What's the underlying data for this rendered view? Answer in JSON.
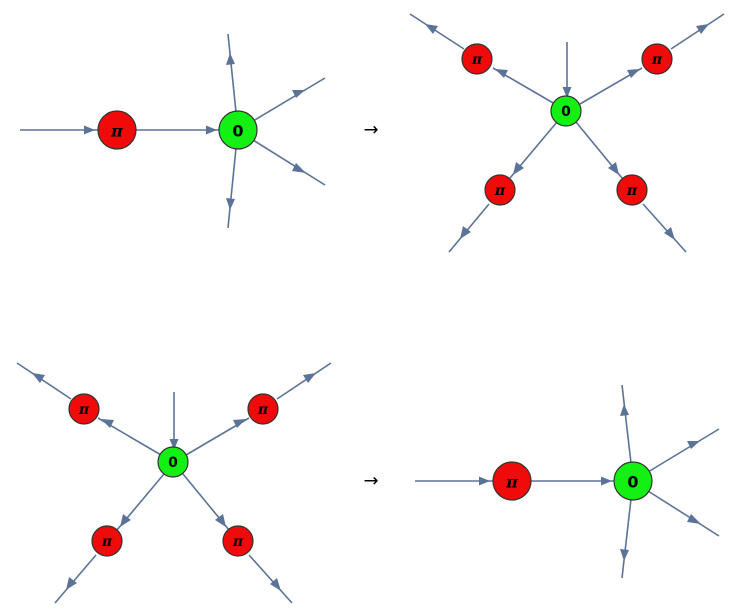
{
  "colors": {
    "edge": "#5b7396",
    "red_spider": "#f00a0a",
    "green_spider": "#14f014",
    "spider_stroke": "#333333",
    "background": "#ffffff"
  },
  "relation_symbol": "→",
  "rules": [
    {
      "lhs": {
        "spiders": [
          {
            "name": "pi-red-spider",
            "phase": "π",
            "color": "red"
          },
          {
            "name": "zero-green-spider",
            "phase": "0",
            "color": "green"
          }
        ]
      },
      "rhs": {
        "spiders": [
          {
            "name": "zero-green-spider",
            "phase": "0",
            "color": "green"
          },
          {
            "name": "pi-red-spider-top-left",
            "phase": "π",
            "color": "red"
          },
          {
            "name": "pi-red-spider-top-right",
            "phase": "π",
            "color": "red"
          },
          {
            "name": "pi-red-spider-bottom-left",
            "phase": "π",
            "color": "red"
          },
          {
            "name": "pi-red-spider-bottom-right",
            "phase": "π",
            "color": "red"
          }
        ]
      }
    },
    {
      "lhs": {
        "spiders": [
          {
            "name": "zero-green-spider",
            "phase": "0",
            "color": "green"
          },
          {
            "name": "pi-red-spider-top-left",
            "phase": "π",
            "color": "red"
          },
          {
            "name": "pi-red-spider-top-right",
            "phase": "π",
            "color": "red"
          },
          {
            "name": "pi-red-spider-bottom-left",
            "phase": "π",
            "color": "red"
          },
          {
            "name": "pi-red-spider-bottom-right",
            "phase": "π",
            "color": "red"
          }
        ]
      },
      "rhs": {
        "spiders": [
          {
            "name": "pi-red-spider",
            "phase": "π",
            "color": "red"
          },
          {
            "name": "zero-green-spider",
            "phase": "0",
            "color": "green"
          }
        ]
      }
    }
  ]
}
